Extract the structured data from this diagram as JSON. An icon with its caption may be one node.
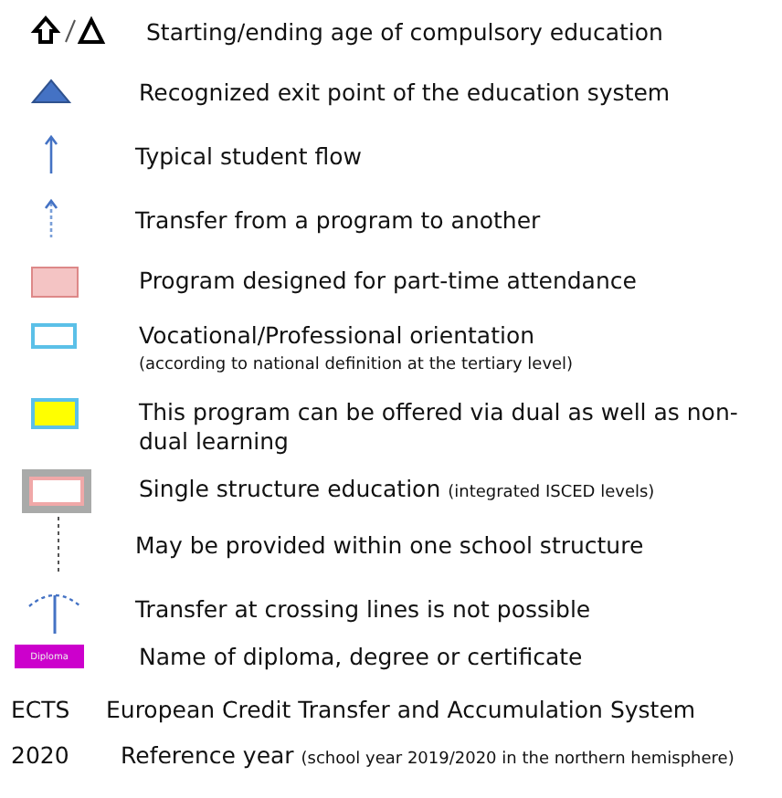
{
  "diagram": {
    "labels": [
      "Diploma",
      "ECTS",
      "2020"
    ],
    "legend": [
      {
        "text": "Starting/ending age of compulsory education"
      },
      {
        "text": "Recognized exit point of the education system"
      },
      {
        "text": "Typical student flow"
      },
      {
        "text": "Transfer from a program to another"
      },
      {
        "text": "Program designed for part-time attendance",
        "color": "#f4c4c4"
      },
      {
        "text": "Vocational/Professional orientation (according to national definition at the tertiary level)"
      },
      {
        "text": "This program can be offered via dual as well as non-dual learning",
        "color": "#ffff00"
      },
      {
        "text": "Single structure education (integrated ISCED levels)"
      },
      {
        "text": "May be provided within one school structure"
      },
      {
        "text": "Transfer at crossing lines is not possible"
      },
      {
        "text": "Name of diploma, degree or certificate",
        "color": "#cc00cc"
      },
      {
        "text": "European Credit Transfer and Accumulation System"
      },
      {
        "text": "Reference year (school year 2019/2020 in the northern hemisphere)"
      }
    ]
  }
}
